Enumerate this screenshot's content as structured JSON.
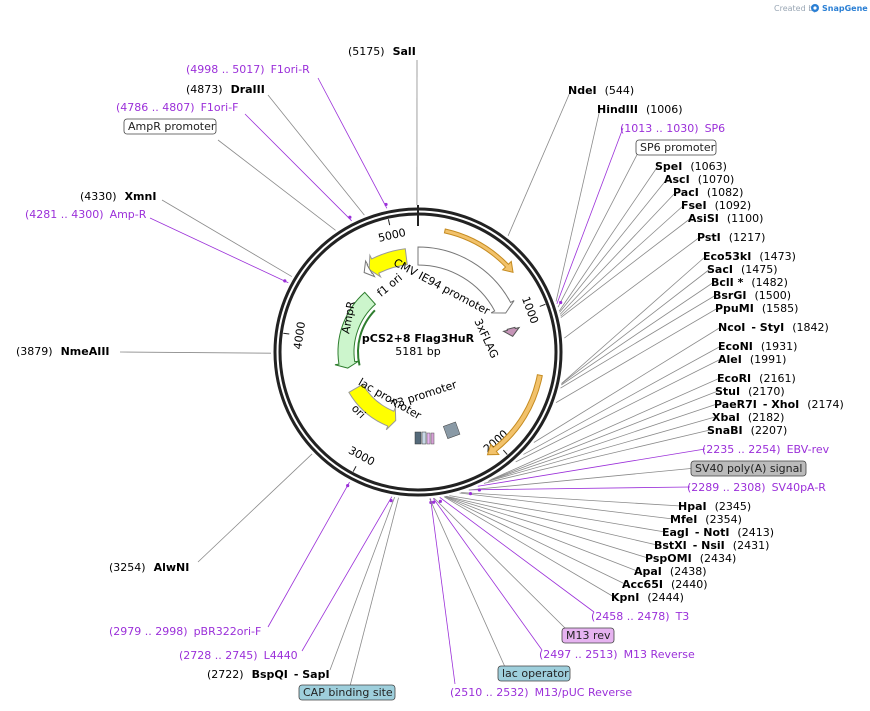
{
  "brand": {
    "created_by": "Created by",
    "product": "SnapGene"
  },
  "plasmid": {
    "name": "pCS2+8 Flag3HuR",
    "size_label": "5181 bp",
    "total_bp": 5181
  },
  "ticks": [
    {
      "value": 1000,
      "label": "1000"
    },
    {
      "value": 2000,
      "label": "2000"
    },
    {
      "value": 3000,
      "label": "3000"
    },
    {
      "value": 4000,
      "label": "4000"
    },
    {
      "value": 5000,
      "label": "5000"
    }
  ],
  "colors": {
    "map_ring": "#222222",
    "enzyme_line": "#8a8a8a",
    "primer_text": "#9b30d9",
    "primer_line": "#9b30d9",
    "promoter_fill": "#ffffff",
    "ampr_fill": "#ccf5cc",
    "ori_fill": "#ffff00",
    "hur_fill": "#f2c26b",
    "flag_fill": "#c695b8",
    "sv40_box": "#bbbbbb",
    "m13rev_box": "#e6b3f0",
    "lacop_box": "#9ecfdc",
    "cap_box": "#9ecfdc"
  },
  "features_inner": [
    {
      "id": "f1-ori",
      "label": "f1 ori"
    },
    {
      "id": "cmv-promoter",
      "label": "CMV IE94 promoter"
    },
    {
      "id": "3xflag",
      "label": "3xFLAG"
    },
    {
      "id": "ampr",
      "label": "AmpR"
    },
    {
      "id": "ori",
      "label": "ori"
    },
    {
      "id": "lac-promoter",
      "label": "lac promoter"
    },
    {
      "id": "t3-promoter",
      "label": "T3 promoter"
    }
  ],
  "labels": [
    {
      "id": "sali",
      "pos": "(5175)",
      "name": "SalI",
      "type": "enzyme"
    },
    {
      "id": "f1ori-r",
      "pos": "(4998 .. 5017)",
      "name": "F1ori-R",
      "type": "primer"
    },
    {
      "id": "drai",
      "pos": "(4873)",
      "name": "DraIII",
      "type": "enzyme"
    },
    {
      "id": "f1ori-f",
      "pos": "(4786 .. 4807)",
      "name": "F1ori-F",
      "type": "primer"
    },
    {
      "id": "ampr-promoter",
      "pos": "",
      "name": "AmpR promoter",
      "type": "box"
    },
    {
      "id": "xmni",
      "pos": "(4330)",
      "name": "XmnI",
      "type": "enzyme"
    },
    {
      "id": "amp-r",
      "pos": "(4281 .. 4300)",
      "name": "Amp-R",
      "type": "primer"
    },
    {
      "id": "nmeaiii",
      "pos": "(3879)",
      "name": "NmeAIII",
      "type": "enzyme"
    },
    {
      "id": "alwni",
      "pos": "(3254)",
      "name": "AlwNI",
      "type": "enzyme"
    },
    {
      "id": "pbr322ori-f",
      "pos": "(2979 .. 2998)",
      "name": "pBR322ori-F",
      "type": "primer"
    },
    {
      "id": "l4440",
      "pos": "(2728 .. 2745)",
      "name": "L4440",
      "type": "primer"
    },
    {
      "id": "bspqi",
      "pos": "(2722)",
      "name": "BspQI",
      "extra": "- SapI",
      "type": "enzyme"
    },
    {
      "id": "cap-site",
      "pos": "",
      "name": "CAP binding site",
      "type": "box"
    },
    {
      "id": "m13puc-rev",
      "pos": "(2510 .. 2532)",
      "name": "M13/pUC Reverse",
      "type": "primer"
    },
    {
      "id": "lac-operator",
      "pos": "",
      "name": "lac operator",
      "type": "box"
    },
    {
      "id": "m13-reverse",
      "pos": "(2497 .. 2513)",
      "name": "M13 Reverse",
      "type": "primer"
    },
    {
      "id": "m13-rev",
      "pos": "",
      "name": "M13 rev",
      "type": "box"
    },
    {
      "id": "t3",
      "pos": "(2458 .. 2478)",
      "name": "T3",
      "type": "primer"
    },
    {
      "id": "kpni",
      "pos": "(2444)",
      "name": "KpnI",
      "type": "enzyme"
    },
    {
      "id": "acc65i",
      "pos": "(2440)",
      "name": "Acc65I",
      "type": "enzyme"
    },
    {
      "id": "apai",
      "pos": "(2438)",
      "name": "ApaI",
      "type": "enzyme"
    },
    {
      "id": "pspomi",
      "pos": "(2434)",
      "name": "PspOMI",
      "type": "enzyme"
    },
    {
      "id": "bstxi",
      "pos": "(2431)",
      "name": "BstXI",
      "extra": "- NsiI",
      "type": "enzyme"
    },
    {
      "id": "eagi",
      "pos": "(2413)",
      "name": "EagI",
      "extra": "- NotI",
      "type": "enzyme"
    },
    {
      "id": "mfei",
      "pos": "(2354)",
      "name": "MfeI",
      "type": "enzyme"
    },
    {
      "id": "hpai",
      "pos": "(2345)",
      "name": "HpaI",
      "type": "enzyme"
    },
    {
      "id": "sv40pa-r",
      "pos": "(2289 .. 2308)",
      "name": "SV40pA-R",
      "type": "primer"
    },
    {
      "id": "sv40-polya",
      "pos": "",
      "name": "SV40 poly(A) signal",
      "type": "box"
    },
    {
      "id": "ebv-rev",
      "pos": "(2235 .. 2254)",
      "name": "EBV-rev",
      "type": "primer"
    },
    {
      "id": "snabi",
      "pos": "(2207)",
      "name": "SnaBI",
      "type": "enzyme"
    },
    {
      "id": "xbai",
      "pos": "(2182)",
      "name": "XbaI",
      "type": "enzyme"
    },
    {
      "id": "paer7i",
      "pos": "(2174)",
      "name": "PaeR7I",
      "extra": "- XhoI",
      "type": "enzyme"
    },
    {
      "id": "stui",
      "pos": "(2170)",
      "name": "StuI",
      "type": "enzyme"
    },
    {
      "id": "ecori",
      "pos": "(2161)",
      "name": "EcoRI",
      "type": "enzyme"
    },
    {
      "id": "alei",
      "pos": "(1991)",
      "name": "AleI",
      "type": "enzyme"
    },
    {
      "id": "econi",
      "pos": "(1931)",
      "name": "EcoNI",
      "type": "enzyme"
    },
    {
      "id": "ncoi",
      "pos": "(1842)",
      "name": "NcoI",
      "extra": "- StyI",
      "type": "enzyme"
    },
    {
      "id": "ppumi",
      "pos": "(1585)",
      "name": "PpuMI",
      "type": "enzyme"
    },
    {
      "id": "bsrgi",
      "pos": "(1500)",
      "name": "BsrGI",
      "type": "enzyme"
    },
    {
      "id": "bcli",
      "pos": "(1482)",
      "name": "BclI *",
      "type": "enzyme"
    },
    {
      "id": "saci",
      "pos": "(1475)",
      "name": "SacI",
      "type": "enzyme"
    },
    {
      "id": "eco53ki",
      "pos": "(1473)",
      "name": "Eco53kI",
      "type": "enzyme"
    },
    {
      "id": "psti",
      "pos": "(1217)",
      "name": "PstI",
      "type": "enzyme"
    },
    {
      "id": "asisi",
      "pos": "(1100)",
      "name": "AsiSI",
      "type": "enzyme"
    },
    {
      "id": "fsei",
      "pos": "(1092)",
      "name": "FseI",
      "type": "enzyme"
    },
    {
      "id": "paci",
      "pos": "(1082)",
      "name": "PacI",
      "type": "enzyme"
    },
    {
      "id": "asci",
      "pos": "(1070)",
      "name": "AscI",
      "type": "enzyme"
    },
    {
      "id": "spei",
      "pos": "(1063)",
      "name": "SpeI",
      "type": "enzyme"
    },
    {
      "id": "sp6-promoter",
      "pos": "",
      "name": "SP6 promoter",
      "type": "box"
    },
    {
      "id": "sp6",
      "pos": "(1013 .. 1030)",
      "name": "SP6",
      "type": "primer"
    },
    {
      "id": "hindiii",
      "pos": "(1006)",
      "name": "HindIII",
      "type": "enzyme"
    },
    {
      "id": "ndei",
      "pos": "(544)",
      "name": "NdeI",
      "type": "enzyme"
    }
  ]
}
